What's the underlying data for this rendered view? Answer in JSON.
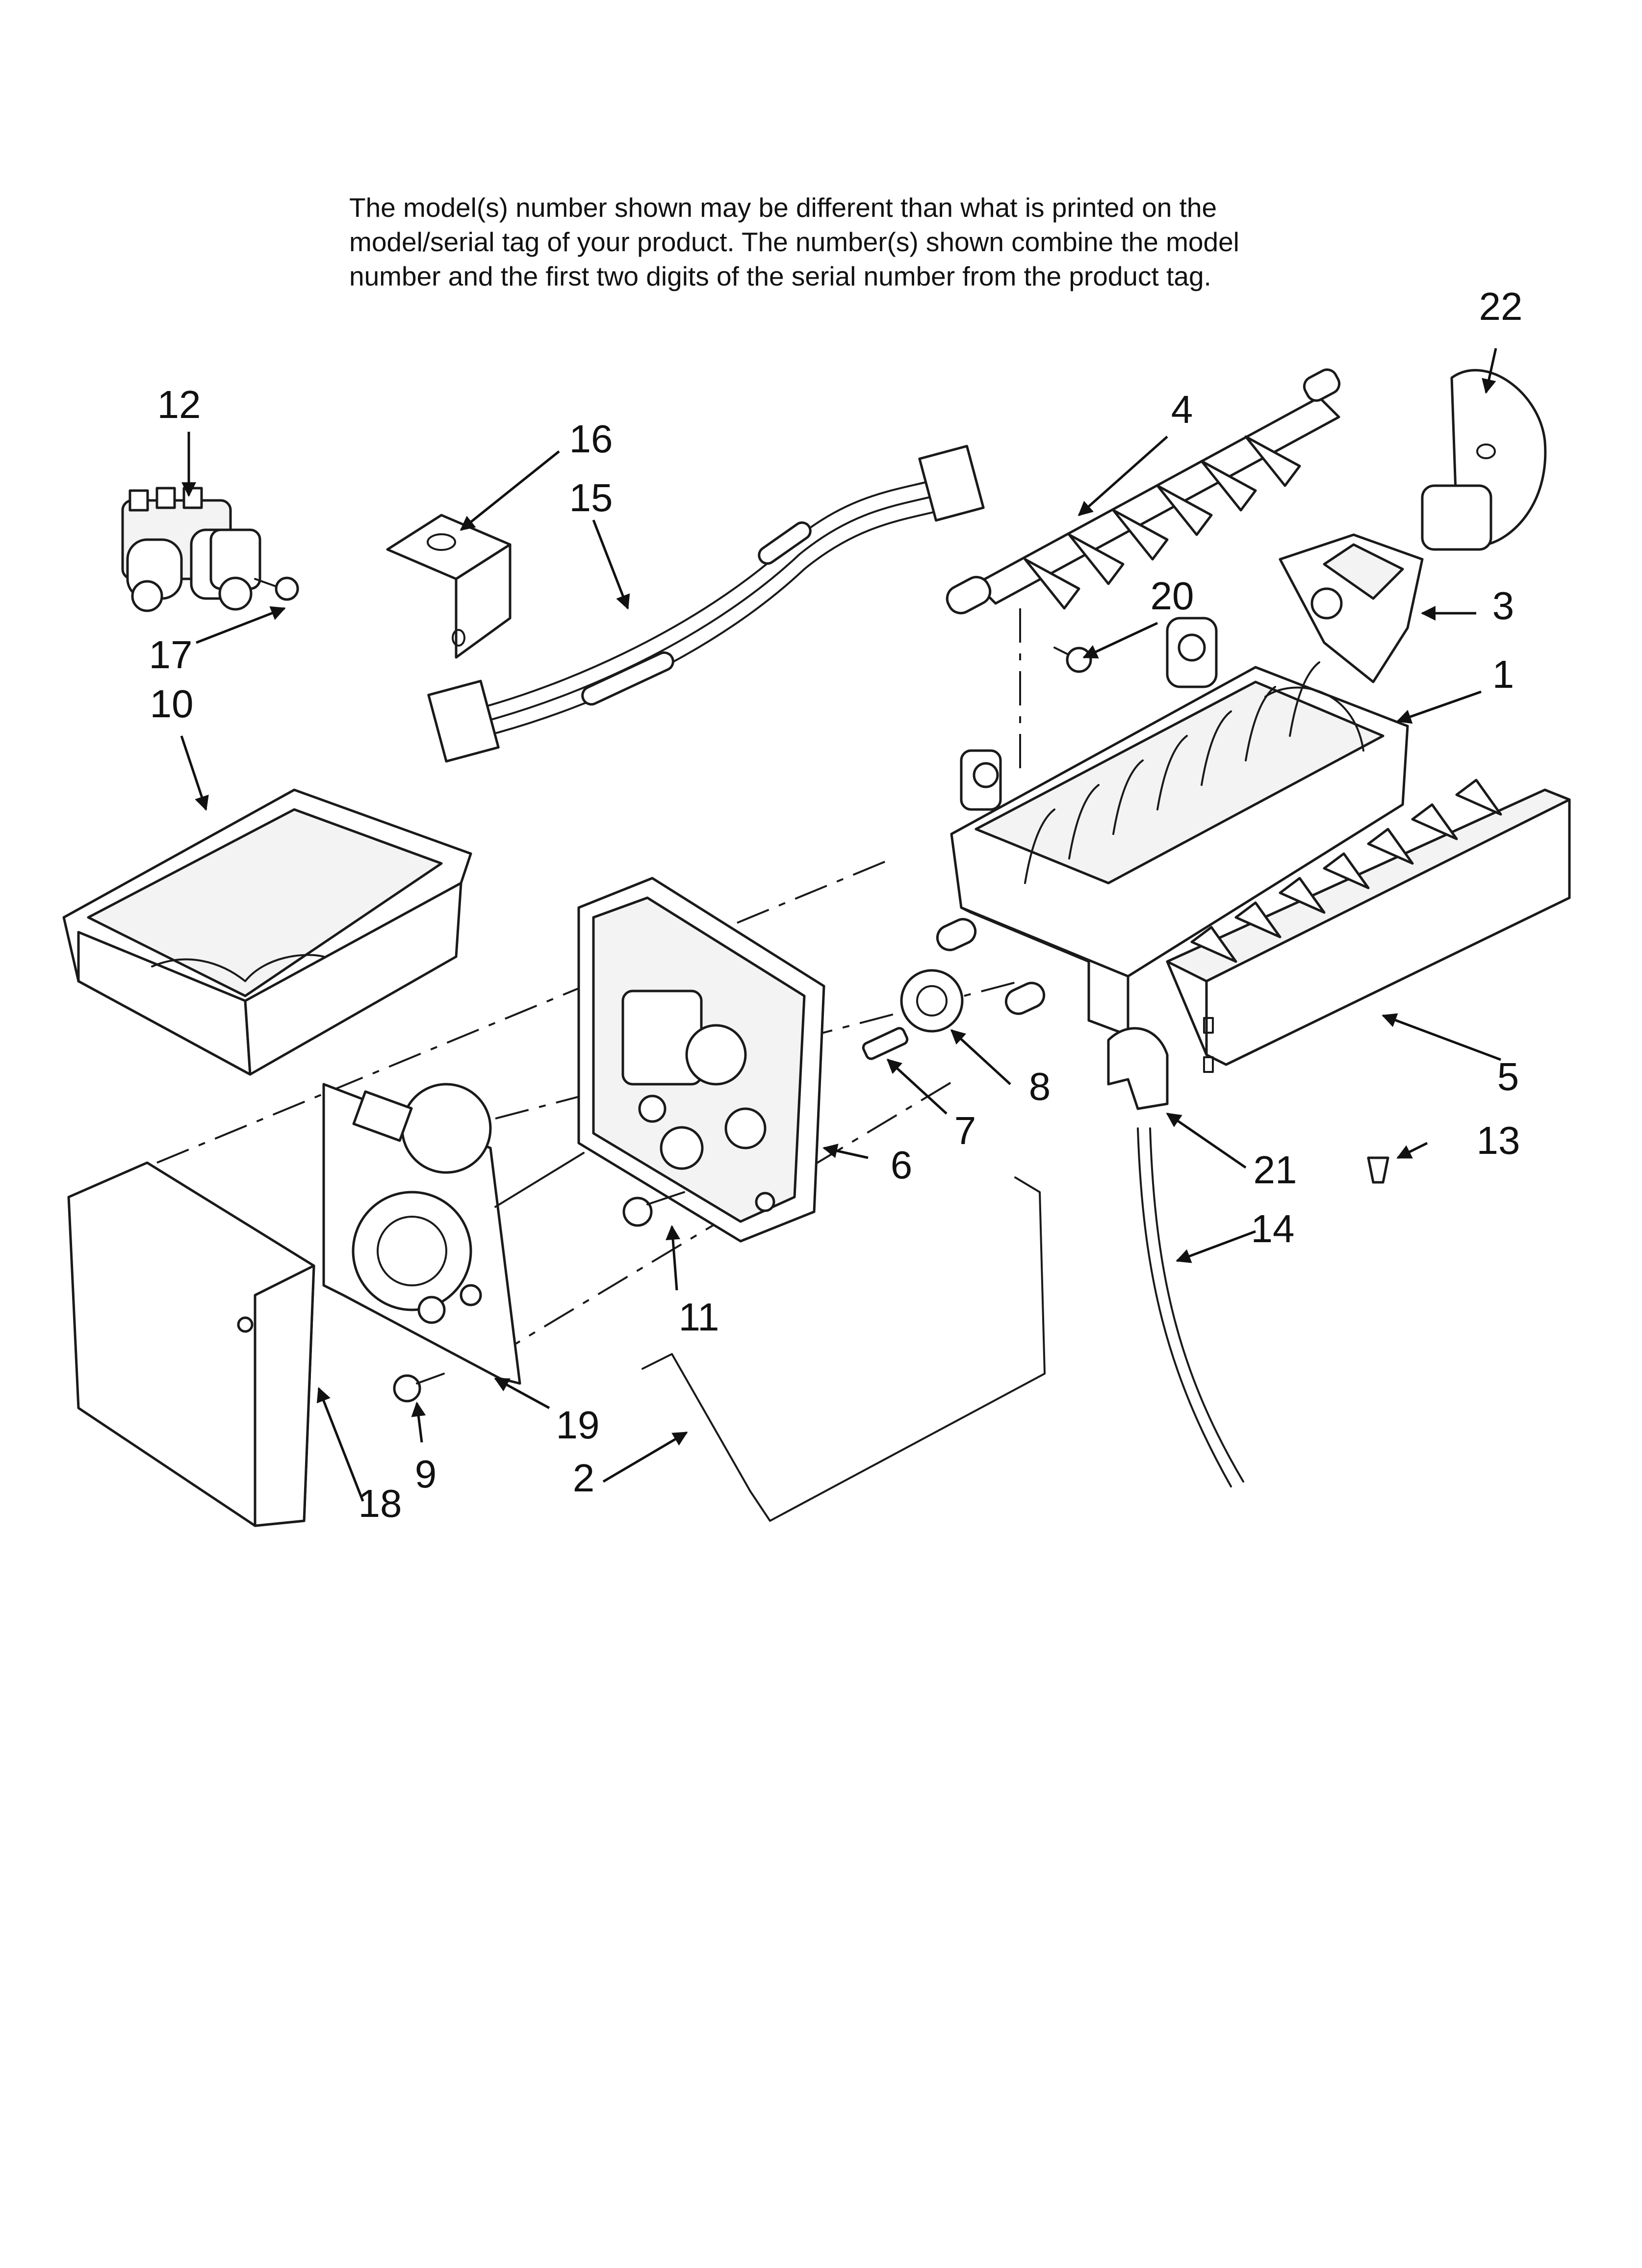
{
  "note_lines": [
    "The model(s) number shown may be different than what is printed on the",
    "model/serial tag of your product. The number(s) shown combine the model",
    "number and the first two digits of the serial number from the product tag."
  ],
  "callouts": [
    "1",
    "2",
    "3",
    "4",
    "5",
    "6",
    "7",
    "8",
    "9",
    "10",
    "11",
    "12",
    "13",
    "14",
    "15",
    "16",
    "17",
    "18",
    "19",
    "20",
    "21",
    "22"
  ],
  "colors": {
    "ink": "#111111",
    "paper": "#ffffff"
  }
}
